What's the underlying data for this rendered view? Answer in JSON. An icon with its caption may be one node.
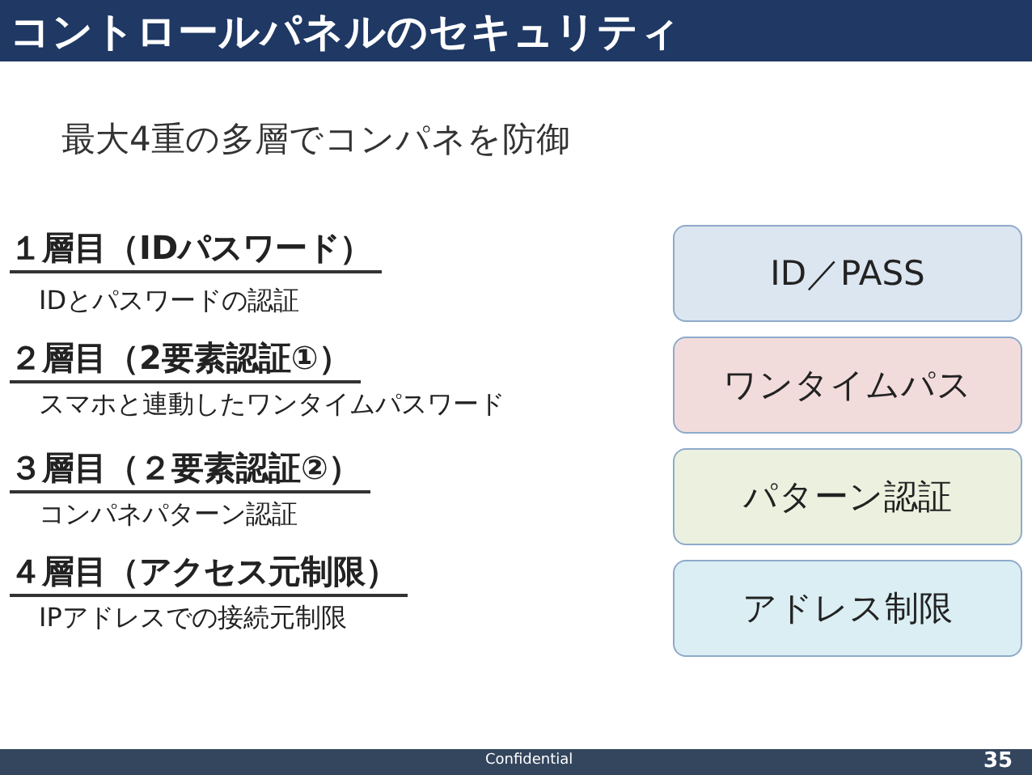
{
  "diagram": {
    "title": "コントロールパネルのセキュリティ",
    "nodes": [
      {
        "text": [
          "ID／PASS"
        ]
      },
      {
        "text": [
          "ワンタイムパス"
        ]
      },
      {
        "text": [
          "パターン認証"
        ]
      },
      {
        "text": [
          "アドレス制限"
        ]
      }
    ],
    "labels": [
      "最大4重の多層でコンパネを防御",
      "１層目（IDパスワード）",
      "IDとパスワードの認証",
      "２層目（2要素認証①）",
      "スマホと連動したワンタイムパスワード",
      "３層目（２要素認証②）",
      "コンパネパターン認証",
      "４層目（アクセス元制限）",
      "IPアドレスでの接続元制限",
      "Confidential",
      "35"
    ]
  }
}
